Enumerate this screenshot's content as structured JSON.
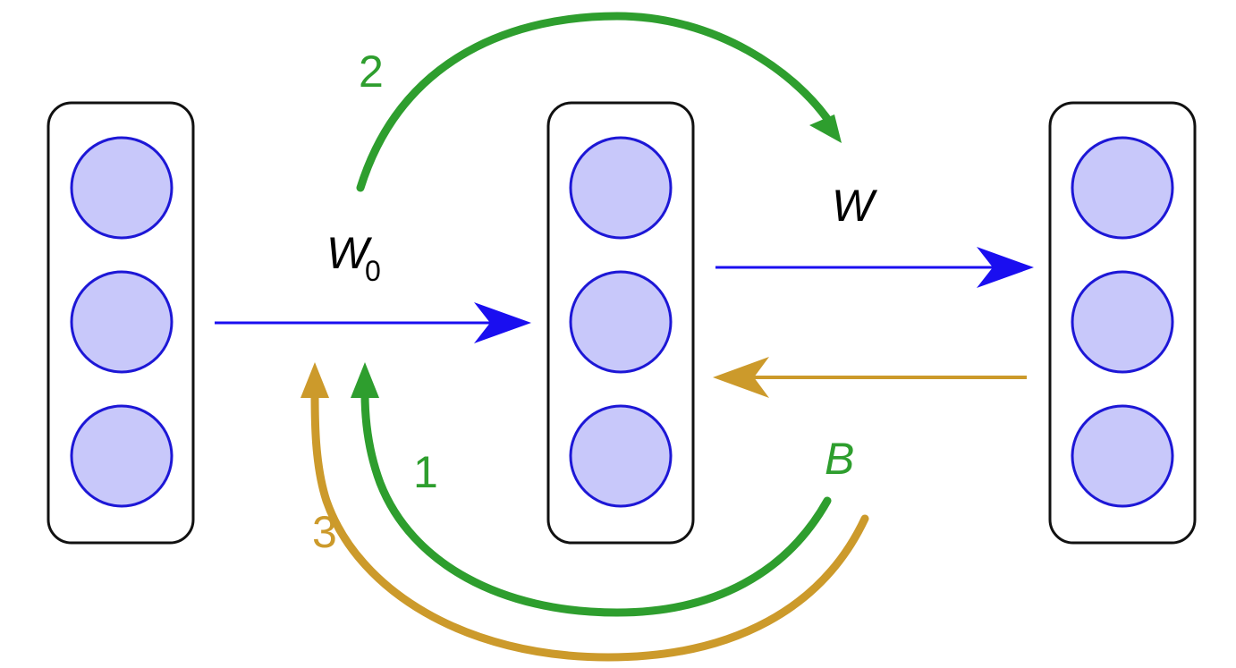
{
  "colors": {
    "background": "#ffffff",
    "layer_border": "#111111",
    "neuron_fill": "#c8c8fa",
    "neuron_stroke": "#1d17d6",
    "forward_arrow": "#1a0ef0",
    "backward_arrow": "#cc9a2b",
    "step_green": "#2e9e2e",
    "step_gold": "#cc9a2b",
    "text": "#000000"
  },
  "layers": [
    {
      "name": "input-layer",
      "neurons": 3
    },
    {
      "name": "hidden-layer",
      "neurons": 3
    },
    {
      "name": "output-layer",
      "neurons": 3
    }
  ],
  "labels": {
    "w0_base": "W",
    "w0_sub": "0",
    "w": "W",
    "b": "B",
    "step1": "1",
    "step2": "2",
    "step3": "3"
  }
}
